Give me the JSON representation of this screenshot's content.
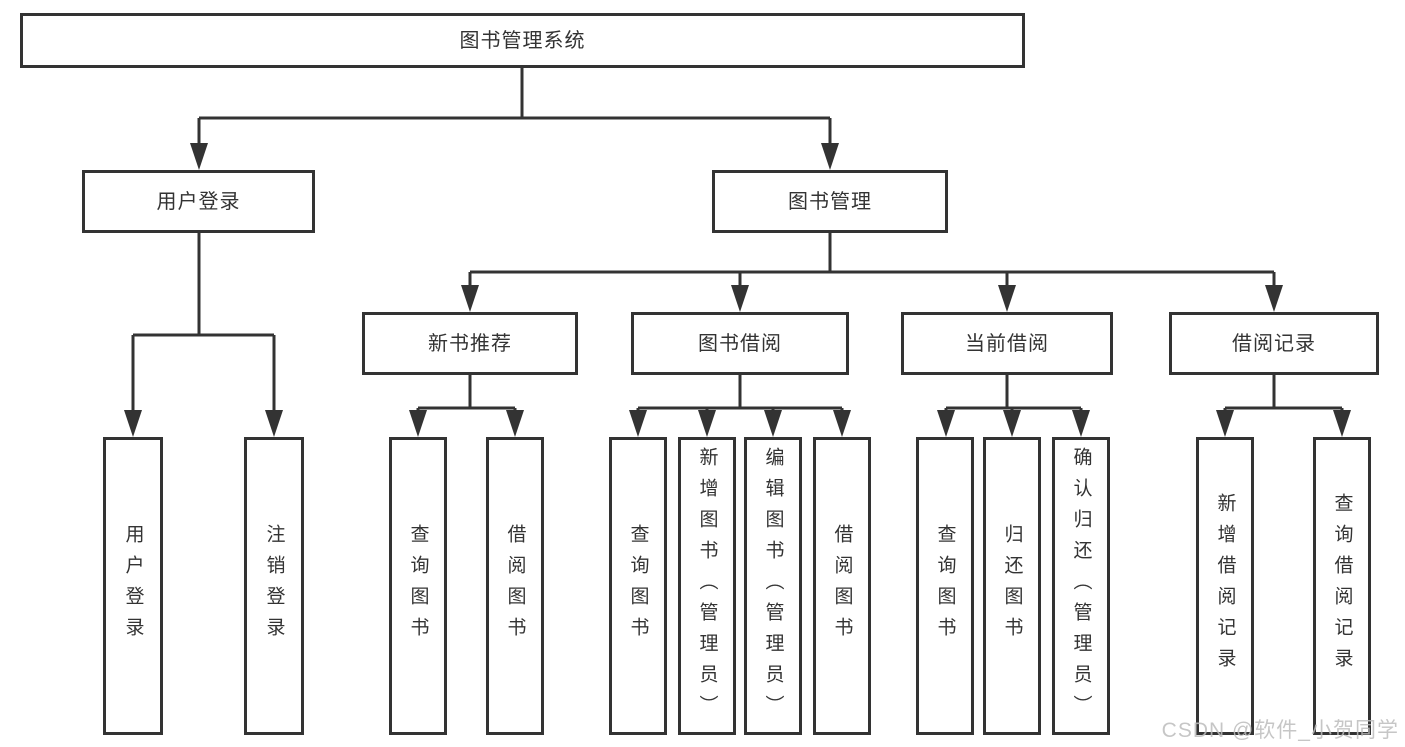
{
  "diagram": {
    "root": {
      "label": "图书管理系统"
    },
    "level2": [
      {
        "label": "用户登录",
        "children": [
          "用户登录",
          "注销登录"
        ]
      },
      {
        "label": "图书管理"
      }
    ],
    "level3": [
      {
        "label": "新书推荐",
        "children": [
          "查询图书",
          "借阅图书"
        ]
      },
      {
        "label": "图书借阅",
        "children": [
          "查询图书",
          "新增图书（管理员）",
          "编辑图书（管理员）",
          "借阅图书"
        ]
      },
      {
        "label": "当前借阅",
        "children": [
          "查询图书",
          "归还图书",
          "确认归还（管理员）"
        ]
      },
      {
        "label": "借阅记录",
        "children": [
          "新增借阅记录",
          "查询借阅记录"
        ]
      }
    ]
  },
  "watermark": {
    "text": "CSDN @软件_小贺同学"
  },
  "colors": {
    "line": "#333333",
    "text": "#333333",
    "background": "#ffffff",
    "watermark": "#bdbdbd"
  }
}
